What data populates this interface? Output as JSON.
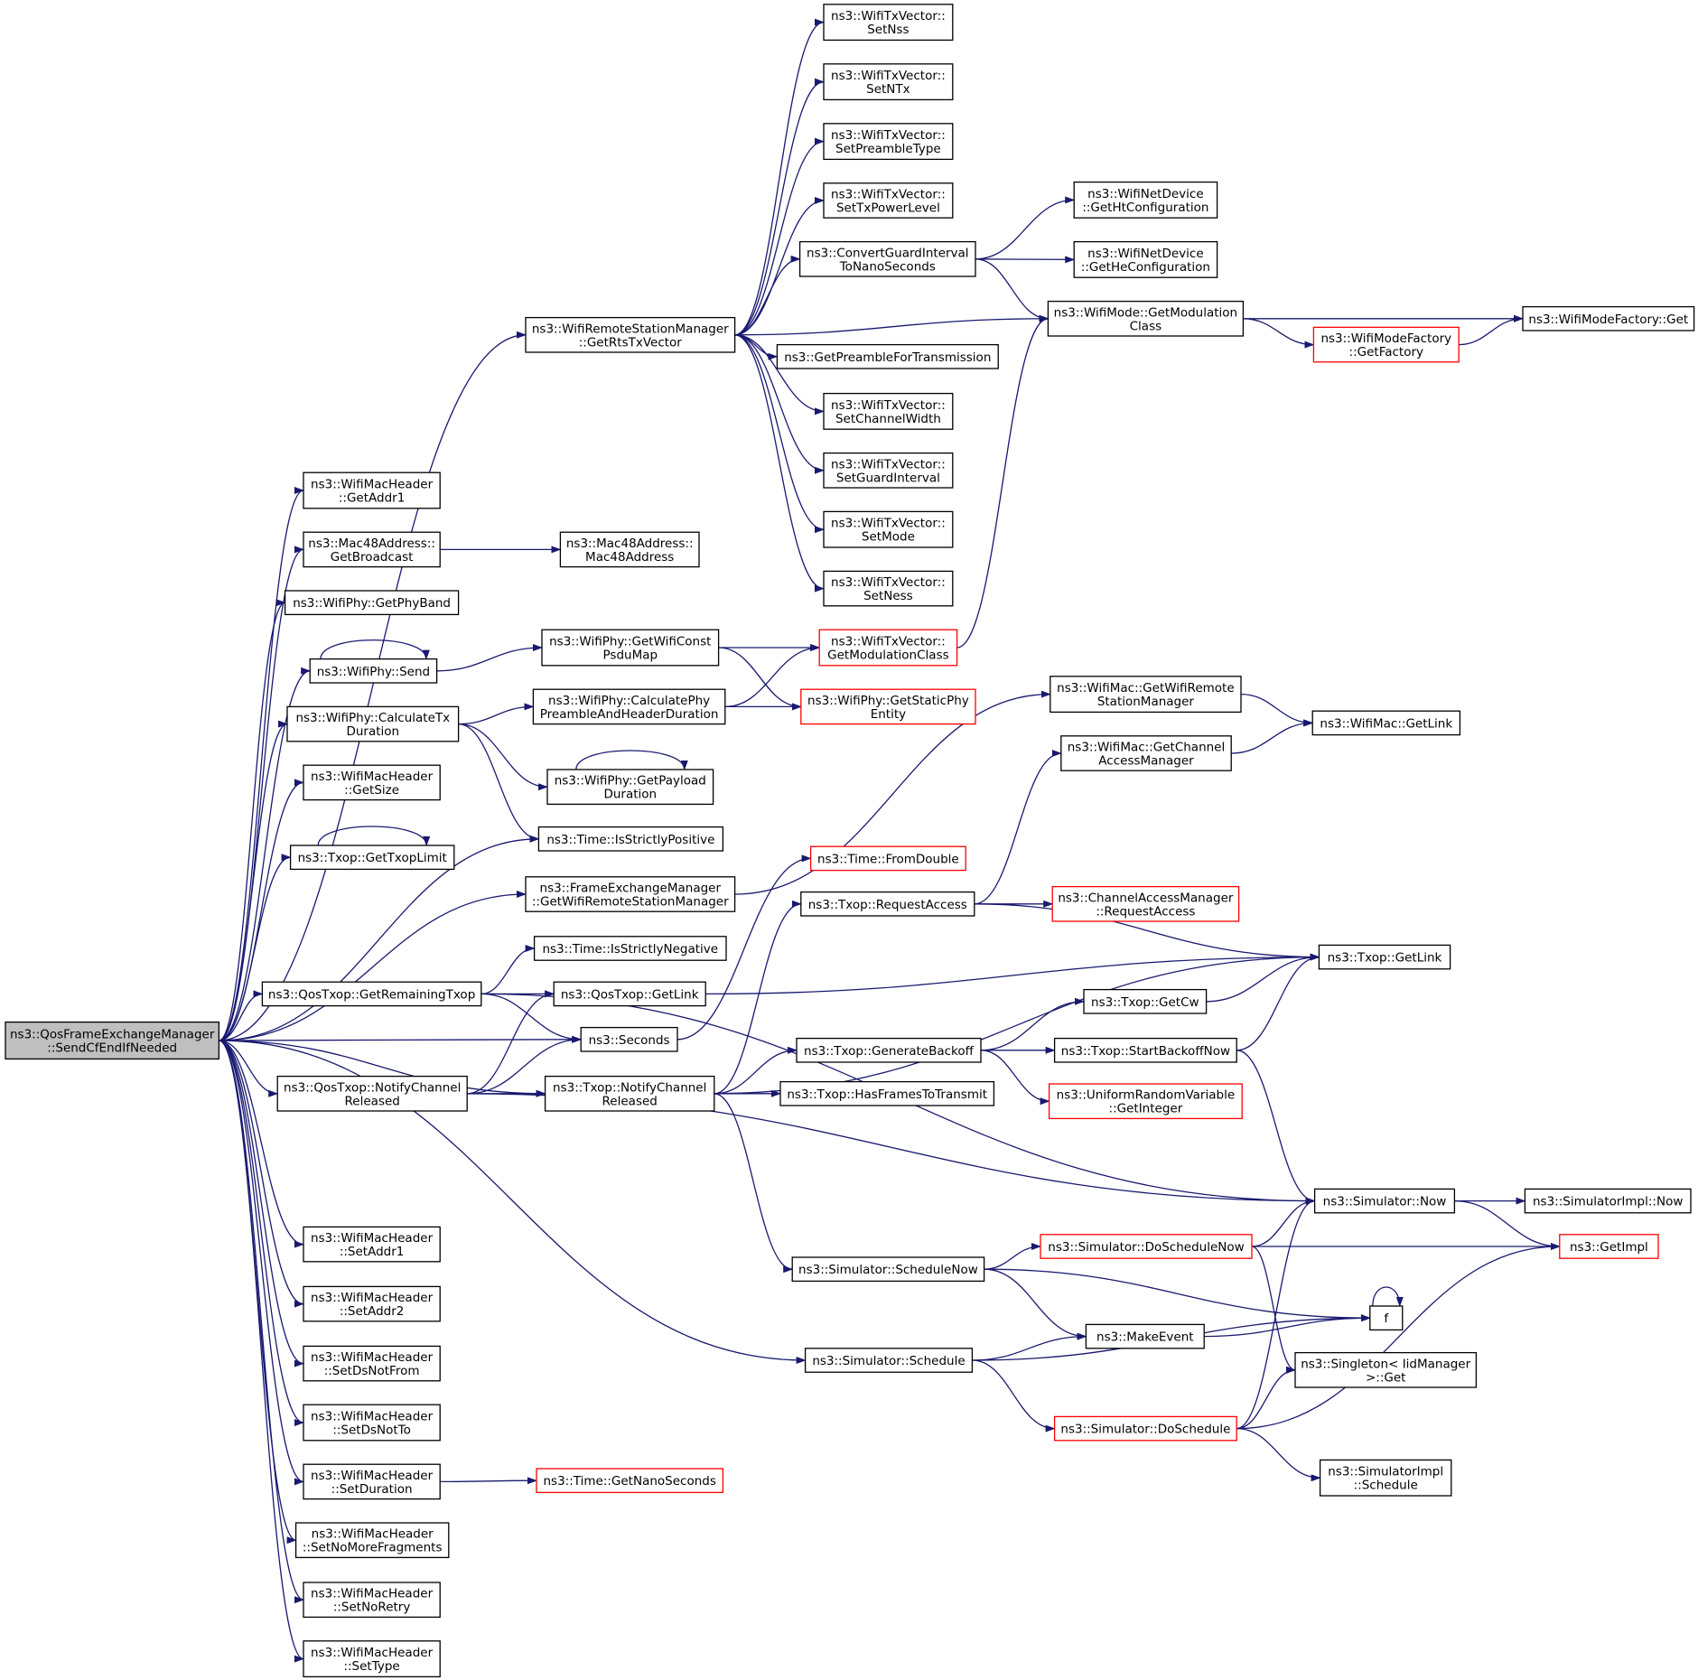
{
  "colors": {
    "edge": "#191970",
    "node_border": "#000000",
    "node_border_incomplete": "#ff0000",
    "root_fill": "#bfbfbf",
    "node_fill": "#ffffff"
  },
  "nodes": [
    {
      "id": "root",
      "style": "root",
      "lines": [
        "ns3::QosFrameExchangeManager",
        "::SendCfEndIfNeeded"
      ]
    },
    {
      "id": "getRts",
      "style": "normal",
      "lines": [
        "ns3::WifiRemoteStationManager",
        "::GetRtsTxVector"
      ]
    },
    {
      "id": "setNss",
      "style": "normal",
      "lines": [
        "ns3::WifiTxVector::",
        "SetNss"
      ]
    },
    {
      "id": "setNTx",
      "style": "normal",
      "lines": [
        "ns3::WifiTxVector::",
        "SetNTx"
      ]
    },
    {
      "id": "setPreamble",
      "style": "normal",
      "lines": [
        "ns3::WifiTxVector::",
        "SetPreambleType"
      ]
    },
    {
      "id": "setTxPower",
      "style": "normal",
      "lines": [
        "ns3::WifiTxVector::",
        "SetTxPowerLevel"
      ]
    },
    {
      "id": "convGuard",
      "style": "normal",
      "lines": [
        "ns3::ConvertGuardInterval",
        "ToNanoSeconds"
      ]
    },
    {
      "id": "getHtConf",
      "style": "normal",
      "lines": [
        "ns3::WifiNetDevice",
        "::GetHtConfiguration"
      ]
    },
    {
      "id": "getHeConf",
      "style": "normal",
      "lines": [
        "ns3::WifiNetDevice",
        "::GetHeConfiguration"
      ]
    },
    {
      "id": "modeModClass",
      "style": "normal",
      "lines": [
        "ns3::WifiMode::GetModulation",
        "Class"
      ]
    },
    {
      "id": "factoryGet",
      "style": "normal",
      "lines": [
        "ns3::WifiModeFactory::Get"
      ]
    },
    {
      "id": "getFactory",
      "style": "incomplete",
      "lines": [
        "ns3::WifiModeFactory",
        "::GetFactory"
      ]
    },
    {
      "id": "preambleTx",
      "style": "normal",
      "lines": [
        "ns3::GetPreambleForTransmission"
      ]
    },
    {
      "id": "setChWidth",
      "style": "normal",
      "lines": [
        "ns3::WifiTxVector::",
        "SetChannelWidth"
      ]
    },
    {
      "id": "setGuard",
      "style": "normal",
      "lines": [
        "ns3::WifiTxVector::",
        "SetGuardInterval"
      ]
    },
    {
      "id": "setMode",
      "style": "normal",
      "lines": [
        "ns3::WifiTxVector::",
        "SetMode"
      ]
    },
    {
      "id": "setNess",
      "style": "normal",
      "lines": [
        "ns3::WifiTxVector::",
        "SetNess"
      ]
    },
    {
      "id": "getAddr1",
      "style": "normal",
      "lines": [
        "ns3::WifiMacHeader",
        "::GetAddr1"
      ]
    },
    {
      "id": "getBroadcast",
      "style": "normal",
      "lines": [
        "ns3::Mac48Address::",
        "GetBroadcast"
      ]
    },
    {
      "id": "mac48",
      "style": "normal",
      "lines": [
        "ns3::Mac48Address::",
        "Mac48Address"
      ]
    },
    {
      "id": "getPhyBand",
      "style": "normal",
      "lines": [
        "ns3::WifiPhy::GetPhyBand"
      ]
    },
    {
      "id": "phySend",
      "style": "normal",
      "lines": [
        "ns3::WifiPhy::Send"
      ]
    },
    {
      "id": "getConstPsdu",
      "style": "normal",
      "lines": [
        "ns3::WifiPhy::GetWifiConst",
        "PsduMap"
      ]
    },
    {
      "id": "txvModClass",
      "style": "incomplete",
      "lines": [
        "ns3::WifiTxVector::",
        "GetModulationClass"
      ]
    },
    {
      "id": "staticPhy",
      "style": "incomplete",
      "lines": [
        "ns3::WifiPhy::GetStaticPhy",
        "Entity"
      ]
    },
    {
      "id": "calcTxDur",
      "style": "normal",
      "lines": [
        "ns3::WifiPhy::CalculateTx",
        "Duration"
      ]
    },
    {
      "id": "calcPreamble",
      "style": "normal",
      "lines": [
        "ns3::WifiPhy::CalculatePhy",
        "PreambleAndHeaderDuration"
      ]
    },
    {
      "id": "payloadDur",
      "style": "normal",
      "lines": [
        "ns3::WifiPhy::GetPayload",
        "Duration"
      ]
    },
    {
      "id": "getSize",
      "style": "normal",
      "lines": [
        "ns3::WifiMacHeader",
        "::GetSize"
      ]
    },
    {
      "id": "getTxopLimit",
      "style": "normal",
      "lines": [
        "ns3::Txop::GetTxopLimit"
      ]
    },
    {
      "id": "strictPos",
      "style": "normal",
      "lines": [
        "ns3::Time::IsStrictlyPositive"
      ]
    },
    {
      "id": "femGetRsm",
      "style": "normal",
      "lines": [
        "ns3::FrameExchangeManager",
        "::GetWifiRemoteStationManager"
      ]
    },
    {
      "id": "macGetRsm",
      "style": "normal",
      "lines": [
        "ns3::WifiMac::GetWifiRemote",
        "StationManager"
      ]
    },
    {
      "id": "macGetLink",
      "style": "normal",
      "lines": [
        "ns3::WifiMac::GetLink"
      ]
    },
    {
      "id": "macGetCam",
      "style": "normal",
      "lines": [
        "ns3::WifiMac::GetChannel",
        "AccessManager"
      ]
    },
    {
      "id": "fromDouble",
      "style": "incomplete",
      "lines": [
        "ns3::Time::FromDouble"
      ]
    },
    {
      "id": "reqAccess",
      "style": "normal",
      "lines": [
        "ns3::Txop::RequestAccess"
      ]
    },
    {
      "id": "camReqAccess",
      "style": "incomplete",
      "lines": [
        "ns3::ChannelAccessManager",
        "::RequestAccess"
      ]
    },
    {
      "id": "strictNeg",
      "style": "normal",
      "lines": [
        "ns3::Time::IsStrictlyNegative"
      ]
    },
    {
      "id": "txopGetLink",
      "style": "normal",
      "lines": [
        "ns3::Txop::GetLink"
      ]
    },
    {
      "id": "remTxop",
      "style": "normal",
      "lines": [
        "ns3::QosTxop::GetRemainingTxop"
      ]
    },
    {
      "id": "qosGetLink",
      "style": "normal",
      "lines": [
        "ns3::QosTxop::GetLink"
      ]
    },
    {
      "id": "getCw",
      "style": "normal",
      "lines": [
        "ns3::Txop::GetCw"
      ]
    },
    {
      "id": "seconds",
      "style": "normal",
      "lines": [
        "ns3::Seconds"
      ]
    },
    {
      "id": "genBackoff",
      "style": "normal",
      "lines": [
        "ns3::Txop::GenerateBackoff"
      ]
    },
    {
      "id": "startBackoff",
      "style": "normal",
      "lines": [
        "ns3::Txop::StartBackoffNow"
      ]
    },
    {
      "id": "qosNotify",
      "style": "normal",
      "lines": [
        "ns3::QosTxop::NotifyChannel",
        "Released"
      ]
    },
    {
      "id": "txopNotify",
      "style": "normal",
      "lines": [
        "ns3::Txop::NotifyChannel",
        "Released"
      ]
    },
    {
      "id": "hasFrames",
      "style": "normal",
      "lines": [
        "ns3::Txop::HasFramesToTransmit"
      ]
    },
    {
      "id": "uniformGetInt",
      "style": "incomplete",
      "lines": [
        "ns3::UniformRandomVariable",
        "::GetInteger"
      ]
    },
    {
      "id": "simNow",
      "style": "normal",
      "lines": [
        "ns3::Simulator::Now"
      ]
    },
    {
      "id": "implNow",
      "style": "normal",
      "lines": [
        "ns3::SimulatorImpl::Now"
      ]
    },
    {
      "id": "doSchedNow",
      "style": "incomplete",
      "lines": [
        "ns3::Simulator::DoScheduleNow"
      ]
    },
    {
      "id": "getImpl",
      "style": "incomplete",
      "lines": [
        "ns3::GetImpl"
      ]
    },
    {
      "id": "schedNow",
      "style": "normal",
      "lines": [
        "ns3::Simulator::ScheduleNow"
      ]
    },
    {
      "id": "setAddr1",
      "style": "normal",
      "lines": [
        "ns3::WifiMacHeader",
        "::SetAddr1"
      ]
    },
    {
      "id": "setAddr2",
      "style": "normal",
      "lines": [
        "ns3::WifiMacHeader",
        "::SetAddr2"
      ]
    },
    {
      "id": "fNode",
      "style": "normal",
      "lines": [
        "f"
      ]
    },
    {
      "id": "makeEvent",
      "style": "normal",
      "lines": [
        "ns3::MakeEvent"
      ]
    },
    {
      "id": "setDsNotFrom",
      "style": "normal",
      "lines": [
        "ns3::WifiMacHeader",
        "::SetDsNotFrom"
      ]
    },
    {
      "id": "schedule",
      "style": "normal",
      "lines": [
        "ns3::Simulator::Schedule"
      ]
    },
    {
      "id": "singleton",
      "style": "normal",
      "lines": [
        "ns3::Singleton< IidManager",
        " >::Get"
      ]
    },
    {
      "id": "setDsNotTo",
      "style": "normal",
      "lines": [
        "ns3::WifiMacHeader",
        "::SetDsNotTo"
      ]
    },
    {
      "id": "doSchedule",
      "style": "incomplete",
      "lines": [
        "ns3::Simulator::DoSchedule"
      ]
    },
    {
      "id": "setDuration",
      "style": "normal",
      "lines": [
        "ns3::WifiMacHeader",
        "::SetDuration"
      ]
    },
    {
      "id": "getNano",
      "style": "incomplete",
      "lines": [
        "ns3::Time::GetNanoSeconds"
      ]
    },
    {
      "id": "implSchedule",
      "style": "normal",
      "lines": [
        "ns3::SimulatorImpl",
        "::Schedule"
      ]
    },
    {
      "id": "setNoMoreFrag",
      "style": "normal",
      "lines": [
        "ns3::WifiMacHeader",
        "::SetNoMoreFragments"
      ]
    },
    {
      "id": "setNoRetry",
      "style": "normal",
      "lines": [
        "ns3::WifiMacHeader",
        "::SetNoRetry"
      ]
    },
    {
      "id": "setType",
      "style": "normal",
      "lines": [
        "ns3::WifiMacHeader",
        "::SetType"
      ]
    }
  ],
  "edges": [
    [
      "root",
      "getRts"
    ],
    [
      "root",
      "getAddr1"
    ],
    [
      "root",
      "getBroadcast"
    ],
    [
      "root",
      "getPhyBand"
    ],
    [
      "root",
      "phySend"
    ],
    [
      "root",
      "calcTxDur"
    ],
    [
      "root",
      "getSize"
    ],
    [
      "root",
      "getTxopLimit"
    ],
    [
      "root",
      "strictPos"
    ],
    [
      "root",
      "femGetRsm"
    ],
    [
      "root",
      "remTxop"
    ],
    [
      "root",
      "seconds"
    ],
    [
      "root",
      "qosNotify"
    ],
    [
      "root",
      "txopNotify"
    ],
    [
      "root",
      "schedule"
    ],
    [
      "root",
      "setAddr1"
    ],
    [
      "root",
      "setAddr2"
    ],
    [
      "root",
      "setDsNotFrom"
    ],
    [
      "root",
      "setDsNotTo"
    ],
    [
      "root",
      "setDuration"
    ],
    [
      "root",
      "setNoMoreFrag"
    ],
    [
      "root",
      "setNoRetry"
    ],
    [
      "root",
      "setType"
    ],
    [
      "getRts",
      "setNss"
    ],
    [
      "getRts",
      "setNTx"
    ],
    [
      "getRts",
      "setPreamble"
    ],
    [
      "getRts",
      "setTxPower"
    ],
    [
      "getRts",
      "convGuard"
    ],
    [
      "getRts",
      "modeModClass"
    ],
    [
      "getRts",
      "preambleTx"
    ],
    [
      "getRts",
      "setChWidth"
    ],
    [
      "getRts",
      "setGuard"
    ],
    [
      "getRts",
      "setMode"
    ],
    [
      "getRts",
      "setNess"
    ],
    [
      "convGuard",
      "getHtConf"
    ],
    [
      "convGuard",
      "getHeConf"
    ],
    [
      "convGuard",
      "modeModClass"
    ],
    [
      "modeModClass",
      "factoryGet"
    ],
    [
      "modeModClass",
      "getFactory"
    ],
    [
      "getFactory",
      "factoryGet"
    ],
    [
      "getBroadcast",
      "mac48"
    ],
    [
      "phySend",
      "phySend"
    ],
    [
      "phySend",
      "getConstPsdu"
    ],
    [
      "getConstPsdu",
      "txvModClass"
    ],
    [
      "getConstPsdu",
      "staticPhy"
    ],
    [
      "txvModClass",
      "modeModClass"
    ],
    [
      "calcTxDur",
      "calcPreamble"
    ],
    [
      "calcTxDur",
      "payloadDur"
    ],
    [
      "calcTxDur",
      "strictPos"
    ],
    [
      "calcPreamble",
      "txvModClass"
    ],
    [
      "calcPreamble",
      "staticPhy"
    ],
    [
      "payloadDur",
      "payloadDur"
    ],
    [
      "getTxopLimit",
      "getTxopLimit"
    ],
    [
      "femGetRsm",
      "macGetRsm"
    ],
    [
      "macGetRsm",
      "macGetLink"
    ],
    [
      "macGetCam",
      "macGetLink"
    ],
    [
      "remTxop",
      "strictNeg"
    ],
    [
      "remTxop",
      "qosGetLink"
    ],
    [
      "remTxop",
      "seconds"
    ],
    [
      "remTxop",
      "simNow"
    ],
    [
      "qosGetLink",
      "txopGetLink"
    ],
    [
      "seconds",
      "fromDouble"
    ],
    [
      "qosNotify",
      "qosGetLink"
    ],
    [
      "qosNotify",
      "seconds"
    ],
    [
      "qosNotify",
      "txopNotify"
    ],
    [
      "qosNotify",
      "simNow"
    ],
    [
      "txopNotify",
      "reqAccess"
    ],
    [
      "txopNotify",
      "txopGetLink"
    ],
    [
      "txopNotify",
      "genBackoff"
    ],
    [
      "txopNotify",
      "hasFrames"
    ],
    [
      "txopNotify",
      "schedNow"
    ],
    [
      "reqAccess",
      "macGetCam"
    ],
    [
      "reqAccess",
      "txopGetLink"
    ],
    [
      "reqAccess",
      "camReqAccess"
    ],
    [
      "genBackoff",
      "getCw"
    ],
    [
      "genBackoff",
      "startBackoff"
    ],
    [
      "genBackoff",
      "uniformGetInt"
    ],
    [
      "getCw",
      "txopGetLink"
    ],
    [
      "startBackoff",
      "txopGetLink"
    ],
    [
      "startBackoff",
      "simNow"
    ],
    [
      "simNow",
      "implNow"
    ],
    [
      "simNow",
      "getImpl"
    ],
    [
      "schedNow",
      "doSchedNow"
    ],
    [
      "schedNow",
      "makeEvent"
    ],
    [
      "schedNow",
      "fNode"
    ],
    [
      "doSchedNow",
      "simNow"
    ],
    [
      "doSchedNow",
      "getImpl"
    ],
    [
      "doSchedNow",
      "singleton"
    ],
    [
      "makeEvent",
      "fNode"
    ],
    [
      "fNode",
      "fNode"
    ],
    [
      "schedule",
      "makeEvent"
    ],
    [
      "schedule",
      "fNode"
    ],
    [
      "schedule",
      "doSchedule"
    ],
    [
      "doSchedule",
      "simNow"
    ],
    [
      "doSchedule",
      "getImpl"
    ],
    [
      "doSchedule",
      "singleton"
    ],
    [
      "doSchedule",
      "implSchedule"
    ],
    [
      "setDuration",
      "getNano"
    ]
  ]
}
